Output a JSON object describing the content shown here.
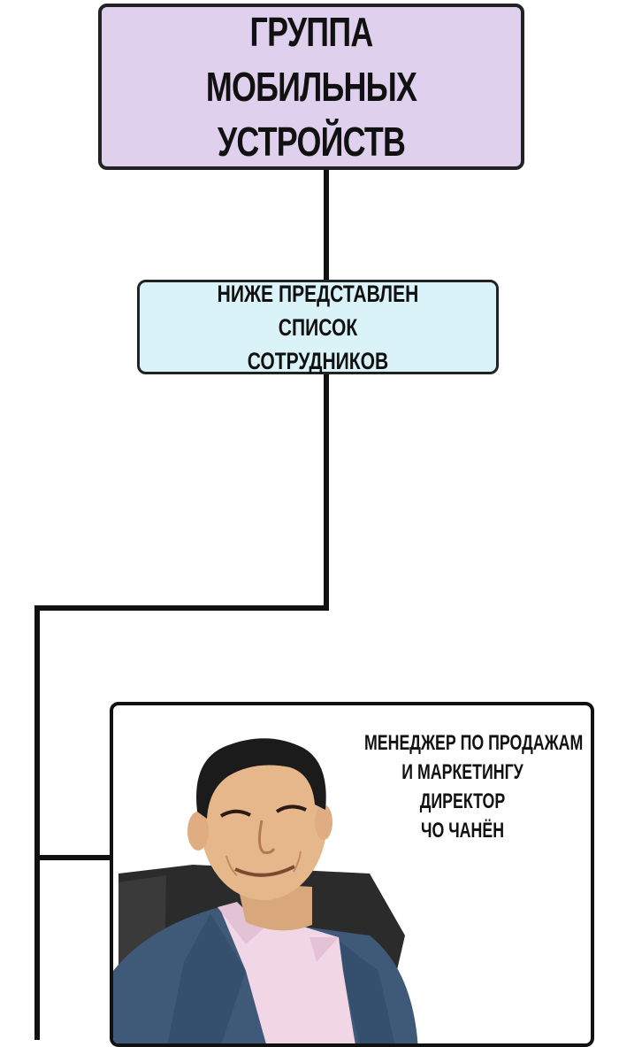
{
  "top_box": {
    "line1": "Группа мобильных",
    "line2": "устройств"
  },
  "middle_box": {
    "line1": "Ниже представлен список",
    "line2": "сотрудников"
  },
  "panel": {
    "caption": {
      "line1": "Менеджер по продажам",
      "line2": "и маркетингу",
      "line3": "директор",
      "line4": "Чо Чанён"
    }
  },
  "colors": {
    "top_box_bg": "#dfd0ee",
    "middle_box_bg": "#daf3f8",
    "line": "#111111",
    "jacket": "#3e5a78",
    "shirt": "#f1d6e6",
    "skin": "#e7b78c",
    "hair": "#1b1b1b",
    "chair": "#2b2b2b"
  }
}
